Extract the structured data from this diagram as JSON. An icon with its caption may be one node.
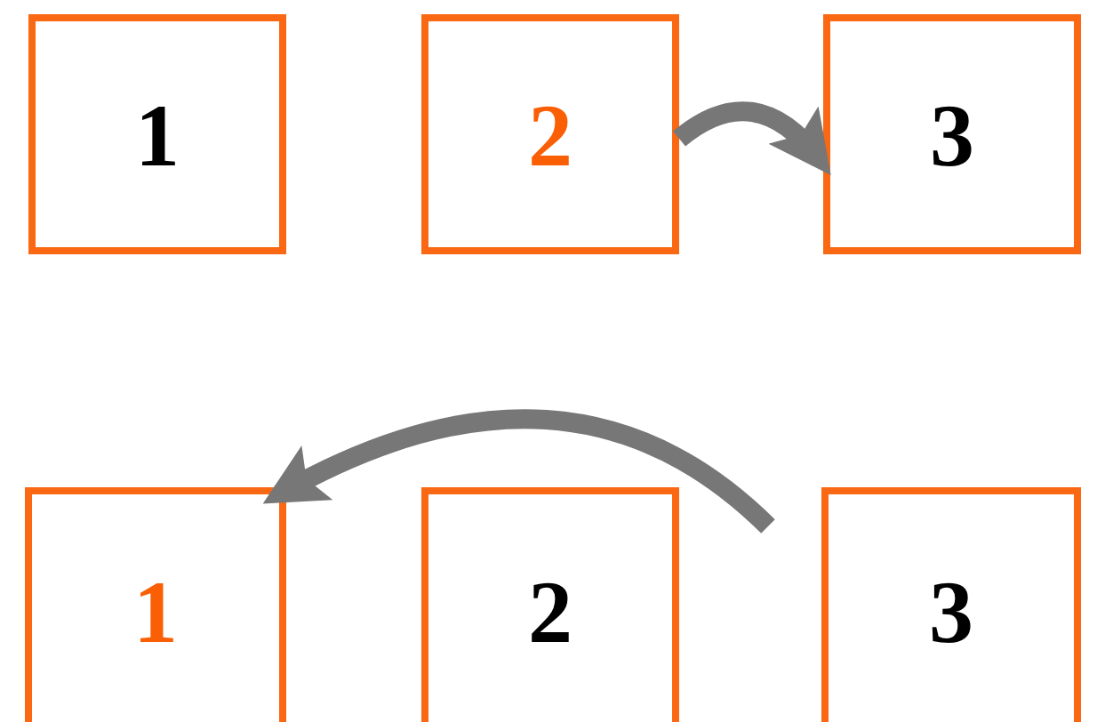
{
  "diagram": {
    "nodes": [
      {
        "text": [
          "1"
        ]
      },
      {
        "text": [
          "2"
        ]
      },
      {
        "text": [
          "3"
        ]
      },
      {
        "text": [
          "1"
        ]
      },
      {
        "text": [
          "2"
        ]
      },
      {
        "text": [
          "3"
        ]
      }
    ],
    "edges": [
      {
        "from": 1,
        "to": 2,
        "arrow": "to"
      },
      {
        "from": null,
        "to": 3,
        "arrow": "to"
      }
    ]
  }
}
